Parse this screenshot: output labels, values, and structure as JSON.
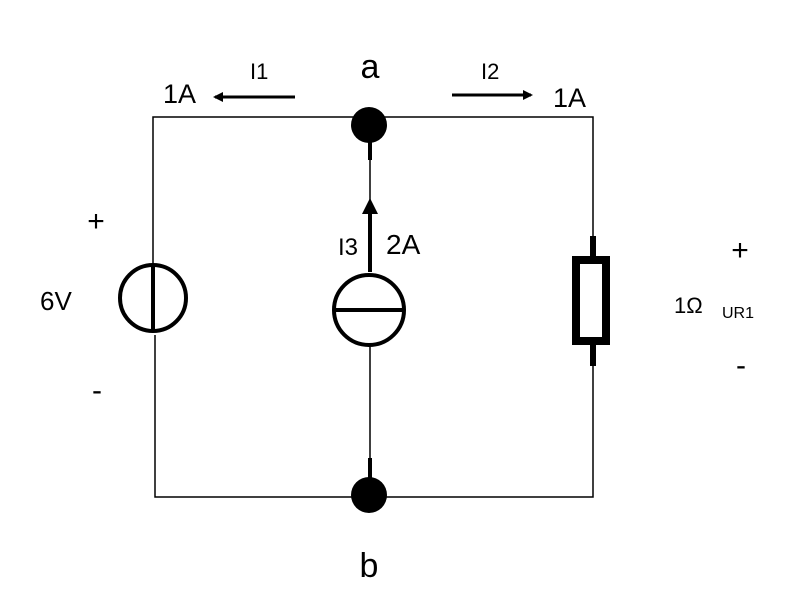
{
  "nodes": {
    "top": "a",
    "bottom": "b"
  },
  "voltage_source": {
    "value": "6V",
    "plus": "+",
    "minus": "-"
  },
  "current_source": {
    "name": "I3",
    "value": "2A"
  },
  "resistor": {
    "value": "1Ω",
    "voltage_name": "UR1",
    "plus": "+",
    "minus": "-"
  },
  "currents": {
    "left": {
      "name": "I1",
      "value": "1A"
    },
    "right": {
      "name": "I2",
      "value": "1A"
    }
  }
}
